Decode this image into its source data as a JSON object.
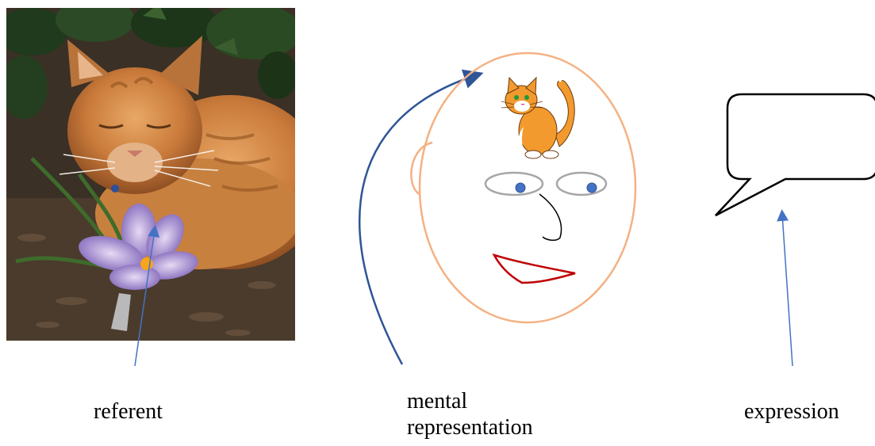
{
  "labels": {
    "referent": "referent",
    "mental_line1": "mental",
    "mental_line2": "representation",
    "expression": "expression"
  },
  "icons": {
    "photo": "orange-cat-with-crocus-photo",
    "head": "head-outline",
    "thought": "cartoon-cat-icon",
    "bubble": "speech-bubble-icon"
  },
  "colors": {
    "face_outline": "#F4B183",
    "arrow_dark": "#2F5597",
    "arrow_light": "#4472C4",
    "mouth": "#C00000",
    "eye_outline": "#A6A6A6",
    "pupil": "#4472C4",
    "cat_orange": "#F29A2E"
  }
}
